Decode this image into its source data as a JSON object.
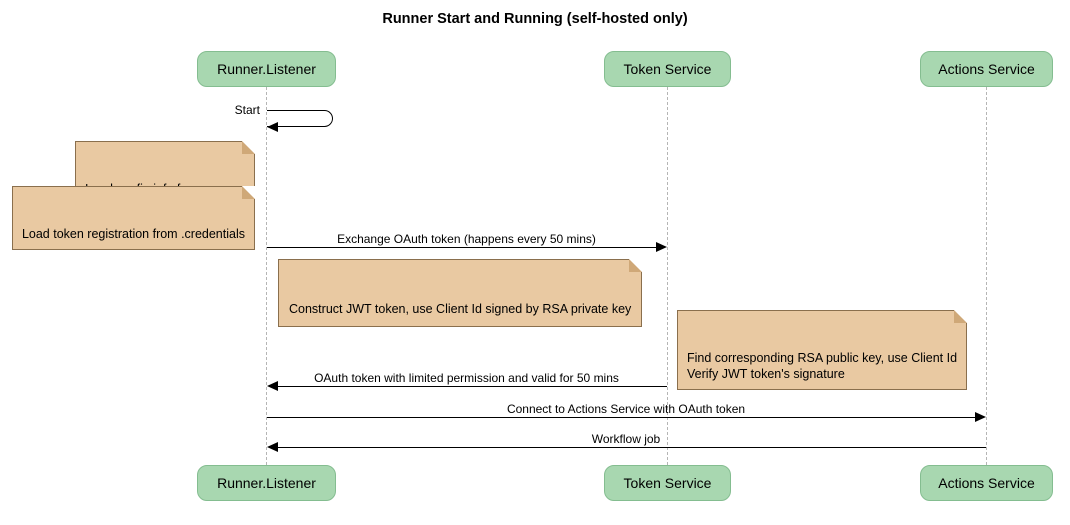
{
  "diagram": {
    "title": "Runner Start and Running (self-hosted only)",
    "participants": [
      {
        "name": "Runner.Listener"
      },
      {
        "name": "Token Service"
      },
      {
        "name": "Actions Service"
      }
    ],
    "messages": [
      {
        "label": "Start",
        "from": "Runner.Listener",
        "to": "Runner.Listener",
        "type": "self"
      },
      {
        "label": "Exchange OAuth token (happens every 50 mins)",
        "from": "Runner.Listener",
        "to": "Token Service"
      },
      {
        "label": "OAuth token with limited permission and valid for 50 mins",
        "from": "Token Service",
        "to": "Runner.Listener"
      },
      {
        "label": "Connect to Actions Service with OAuth token",
        "from": "Runner.Listener",
        "to": "Actions Service"
      },
      {
        "label": "Workflow job",
        "from": "Actions Service",
        "to": "Runner.Listener"
      }
    ],
    "notes": [
      {
        "text": "Load config info from .runner",
        "position": "left of Runner.Listener"
      },
      {
        "text": "Load token registration from .credentials",
        "position": "left of Runner.Listener"
      },
      {
        "text": "Construct JWT token, use Client Id signed by RSA private key",
        "position": "right of Runner.Listener"
      },
      {
        "text": "Find corresponding RSA public key, use Client Id\nVerify JWT token's signature",
        "position": "right of Token Service"
      }
    ],
    "colors": {
      "participant_fill": "#a8d7b0",
      "participant_border": "#84bd90",
      "note_fill": "#e9c9a2",
      "note_border": "#8a6f4d",
      "lifeline": "#b5b5b5",
      "message": "#000000",
      "background": "#ffffff"
    }
  }
}
